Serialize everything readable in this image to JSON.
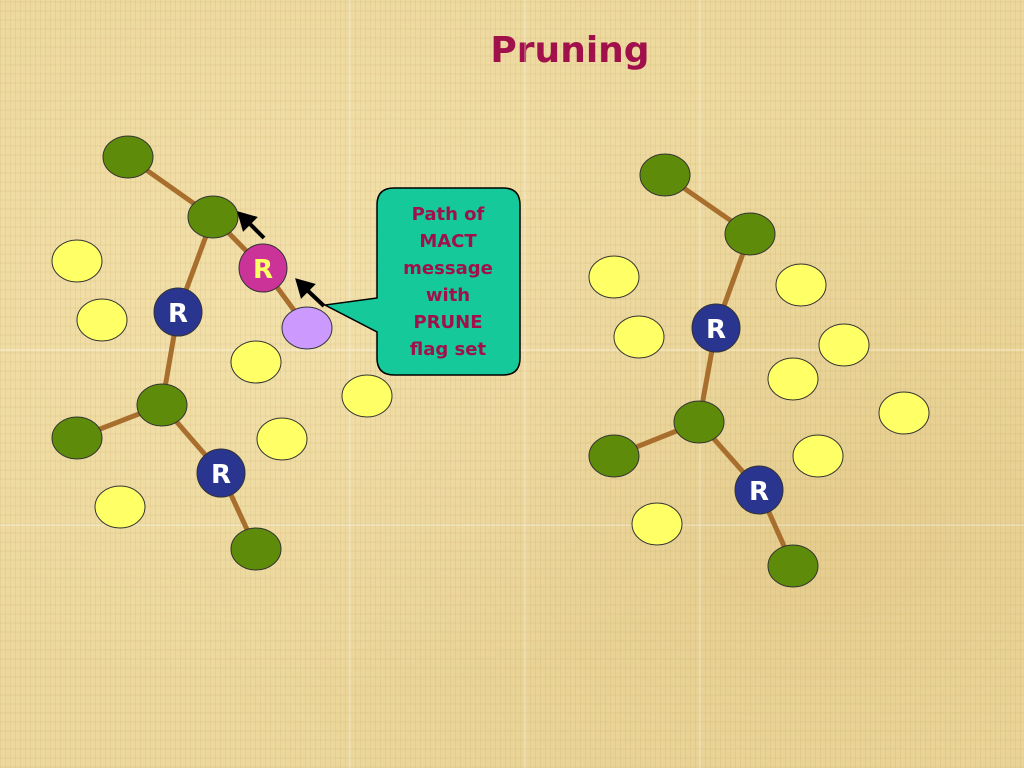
{
  "title": "Pruning",
  "callout": {
    "lines": [
      "Path of",
      "MACT",
      "message",
      "with",
      "PRUNE",
      "flag set"
    ]
  },
  "router_label": "R",
  "colors": {
    "title": "#a0104a",
    "member_node": "#5e8c0a",
    "idle_node": "#ffff66",
    "router_node": "#2a3590",
    "pruning_router": "#cc3399",
    "pruning_leaf": "#cc99ff",
    "edge": "#a86e2e",
    "callout_fill": "#16c99a",
    "callout_text": "#a0104a"
  }
}
